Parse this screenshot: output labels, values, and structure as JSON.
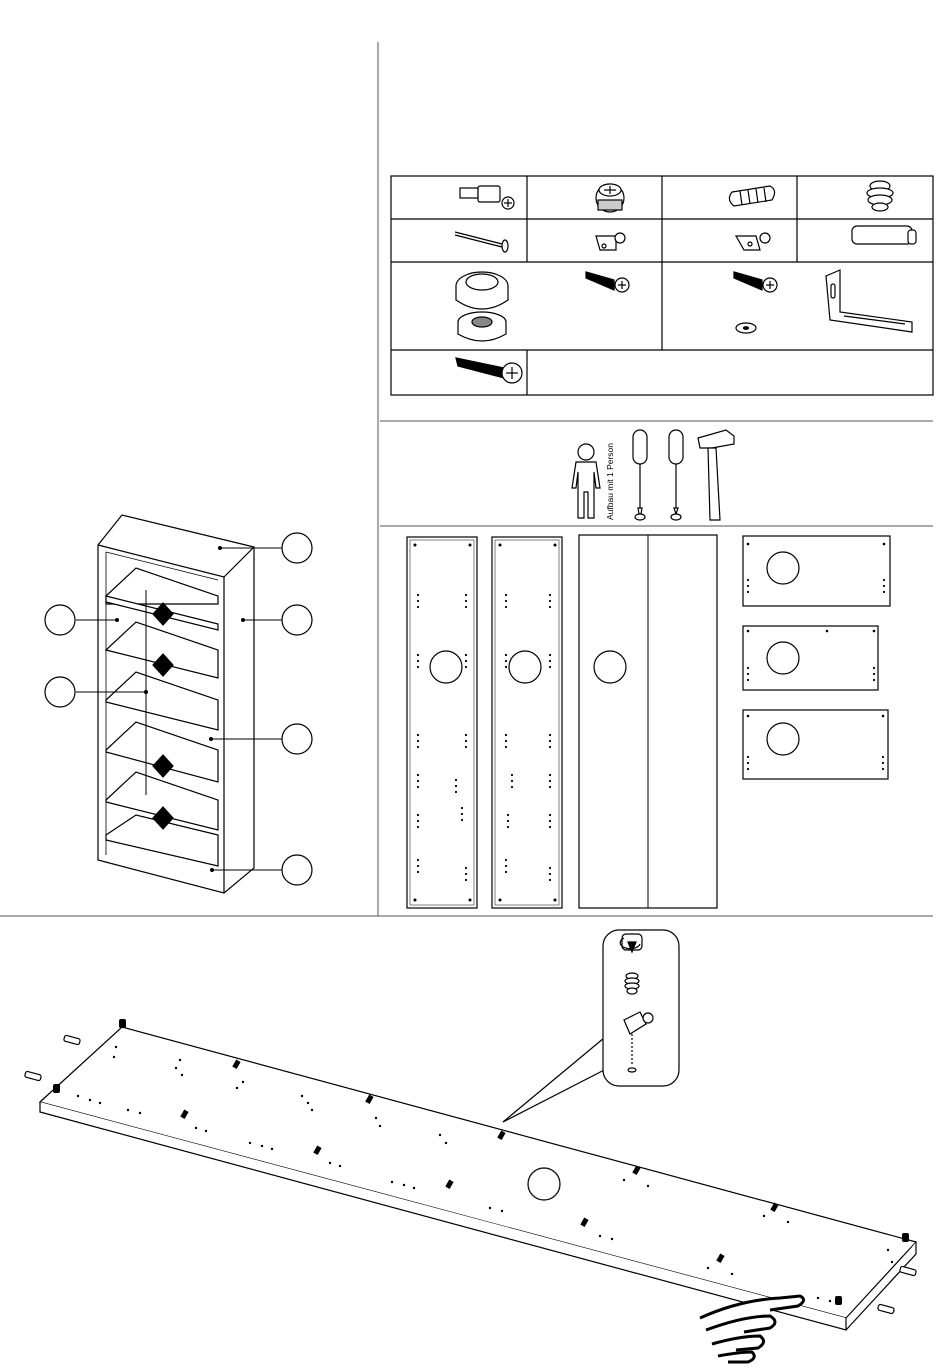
{
  "team_label": "Aufbau mit 1 Person",
  "hardware_grid": {
    "rows": 4,
    "columns": 4,
    "row1": [
      "cam-bolt-icon",
      "cam-lock-icon",
      "wood-dowel-icon",
      "expansion-insert-icon"
    ],
    "row2": [
      "nail-icon",
      "shelf-support-left-icon",
      "shelf-support-right-icon",
      "handle-pad-icon"
    ],
    "row3": [
      "glide-foot-icon",
      "screw-icon",
      "screw-with-washer-icon",
      "wall-bracket-icon"
    ],
    "row4": [
      "large-screw-icon"
    ]
  },
  "tools": [
    "person-icon",
    "flat-screwdriver-icon",
    "phillips-screwdriver-icon",
    "hammer-icon"
  ],
  "colors": {
    "ink": "#000000",
    "paper": "#ffffff",
    "divider": "#555555"
  }
}
